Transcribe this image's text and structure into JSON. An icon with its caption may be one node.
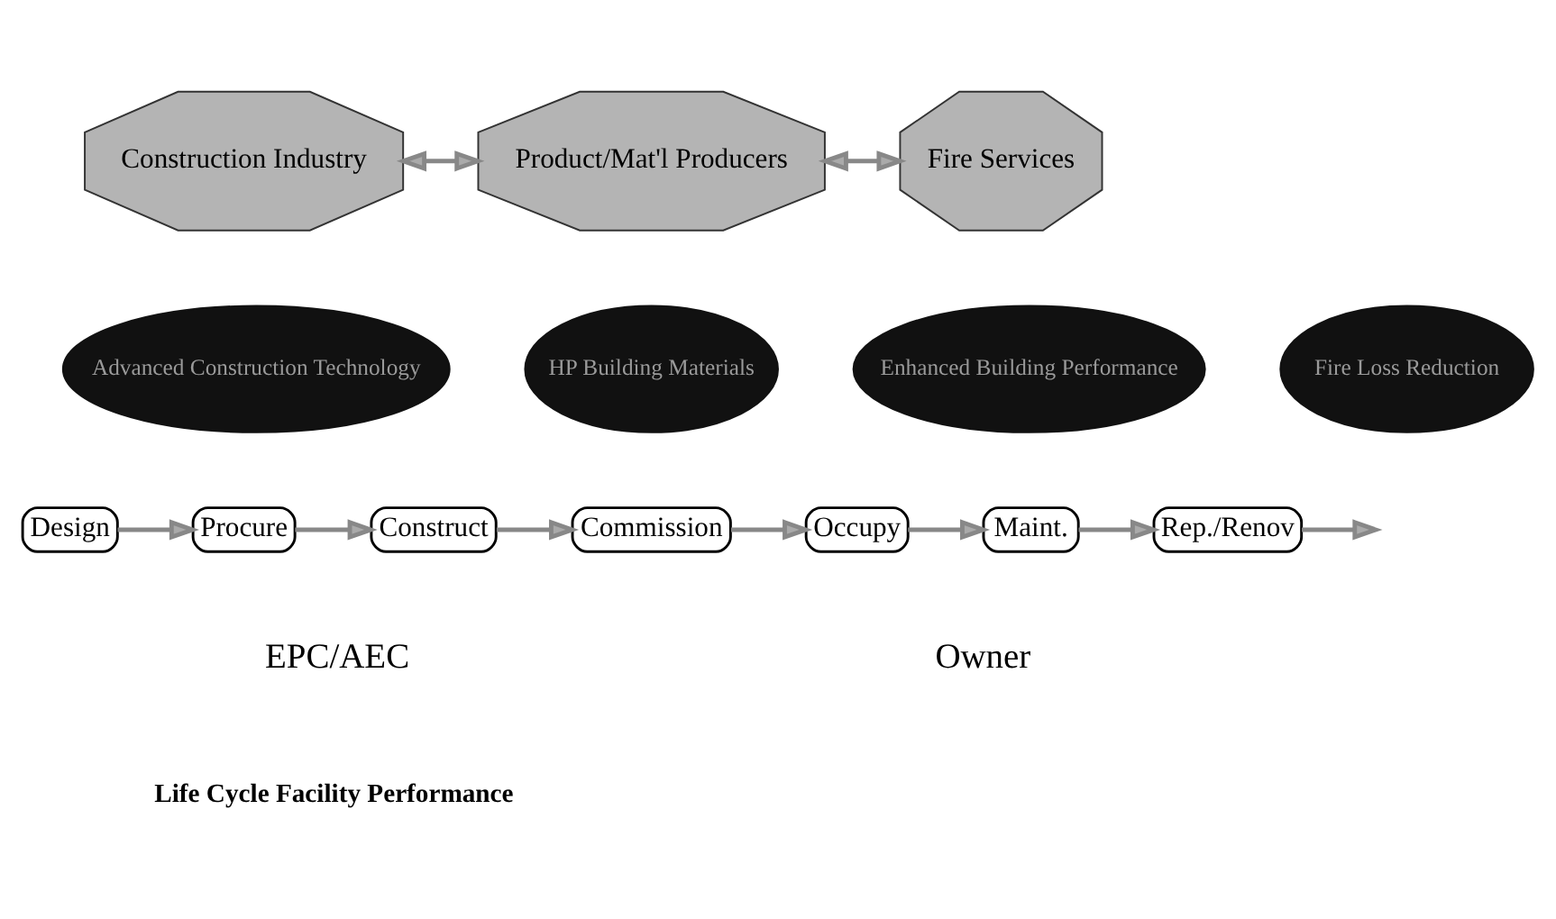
{
  "diagram": {
    "nodes": [
      {
        "text": [
          "Construction Industry"
        ]
      },
      {
        "text": [
          "Product/Mat'l Producers"
        ]
      },
      {
        "text": [
          "Fire Services"
        ]
      },
      {
        "text": [
          "Advanced Construction Technology"
        ]
      },
      {
        "text": [
          "HP Building Materials"
        ]
      },
      {
        "text": [
          "Enhanced Building Performance"
        ]
      },
      {
        "text": [
          "Fire Loss Reduction"
        ]
      },
      {
        "text": [
          "Design"
        ]
      },
      {
        "text": [
          "Procure"
        ]
      },
      {
        "text": [
          "Construct"
        ]
      },
      {
        "text": [
          "Commission"
        ]
      },
      {
        "text": [
          "Occupy"
        ]
      },
      {
        "text": [
          "Maint."
        ]
      },
      {
        "text": [
          "Rep./Renov"
        ]
      }
    ],
    "edges": [
      {
        "from": 0,
        "to": 1,
        "arrow": "both"
      },
      {
        "from": 1,
        "to": 2,
        "arrow": "both"
      },
      {
        "from": 7,
        "to": 8,
        "arrow": "to"
      },
      {
        "from": 8,
        "to": 9,
        "arrow": "to"
      },
      {
        "from": 9,
        "to": 10,
        "arrow": "to"
      },
      {
        "from": 10,
        "to": 11,
        "arrow": "to"
      },
      {
        "from": 11,
        "to": 12,
        "arrow": "to"
      },
      {
        "from": 12,
        "to": 13,
        "arrow": "to"
      },
      {
        "from": 13,
        "to": null,
        "arrow": "to"
      }
    ],
    "labels": [
      "EPC/AEC",
      "Owner",
      "Life Cycle Facility Performance"
    ]
  }
}
